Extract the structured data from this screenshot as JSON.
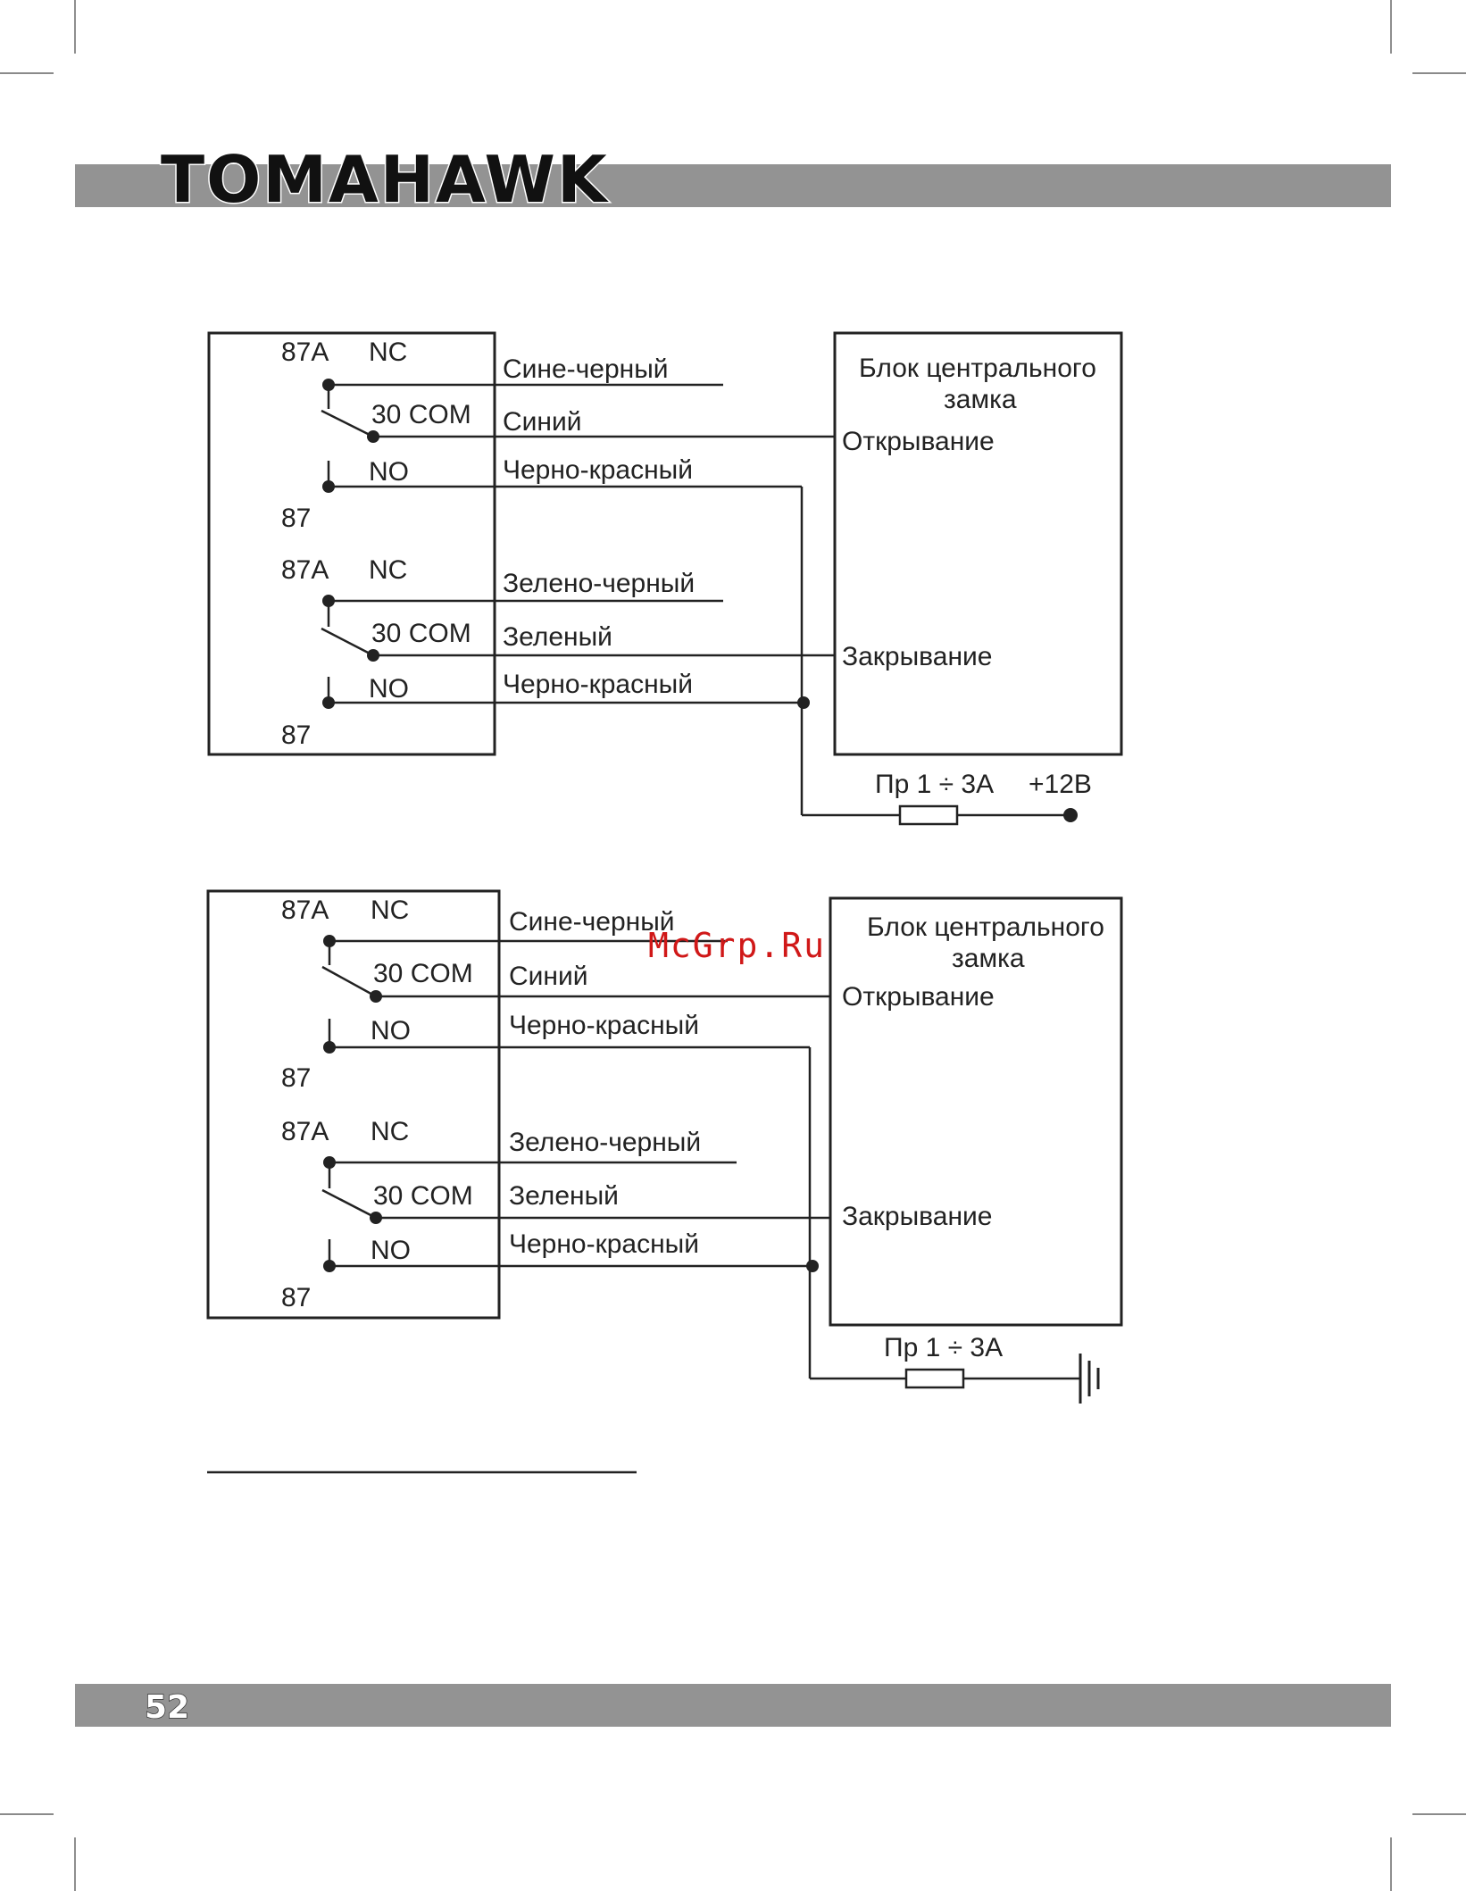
{
  "header": {
    "brand": "TOMAHAWK",
    "bar_color": "#939393"
  },
  "footer": {
    "page_number": "52",
    "bar_color": "#939393"
  },
  "watermark": {
    "text": "McGrp.Ru",
    "color": "#d01818"
  },
  "diagram_top": {
    "relay1": {
      "label_87a": "87A",
      "label_nc": "NC",
      "label_com": "30 COM",
      "label_no": "NO",
      "label_87": "87"
    },
    "relay2": {
      "label_87a": "87A",
      "label_nc": "NC",
      "label_com": "30 COM",
      "label_no": "NO",
      "label_87": "87"
    },
    "wires": [
      "Сине-черный",
      "Синий",
      "Черно-красный",
      "Зелено-черный",
      "Зеленый",
      "Черно-красный"
    ],
    "lock_unit": {
      "title_line1": "Блок центрального",
      "title_line2": "замка",
      "open": "Открывание",
      "close": "Закрывание"
    },
    "fuse": "Пр 1 ÷ 3А",
    "supply": "+12В"
  },
  "diagram_bottom": {
    "relay1": {
      "label_87a": "87A",
      "label_nc": "NC",
      "label_com": "30 COM",
      "label_no": "NO",
      "label_87": "87"
    },
    "relay2": {
      "label_87a": "87A",
      "label_nc": "NC",
      "label_com": "30 COM",
      "label_no": "NO",
      "label_87": "87"
    },
    "wires": [
      "Сине-черный",
      "Синий",
      "Черно-красный",
      "Зелено-черный",
      "Зеленый",
      "Черно-красный"
    ],
    "lock_unit": {
      "title_line1": "Блок центрального",
      "title_line2": "замка",
      "open": "Открывание",
      "close": "Закрывание"
    },
    "fuse": "Пр 1 ÷ 3А"
  }
}
